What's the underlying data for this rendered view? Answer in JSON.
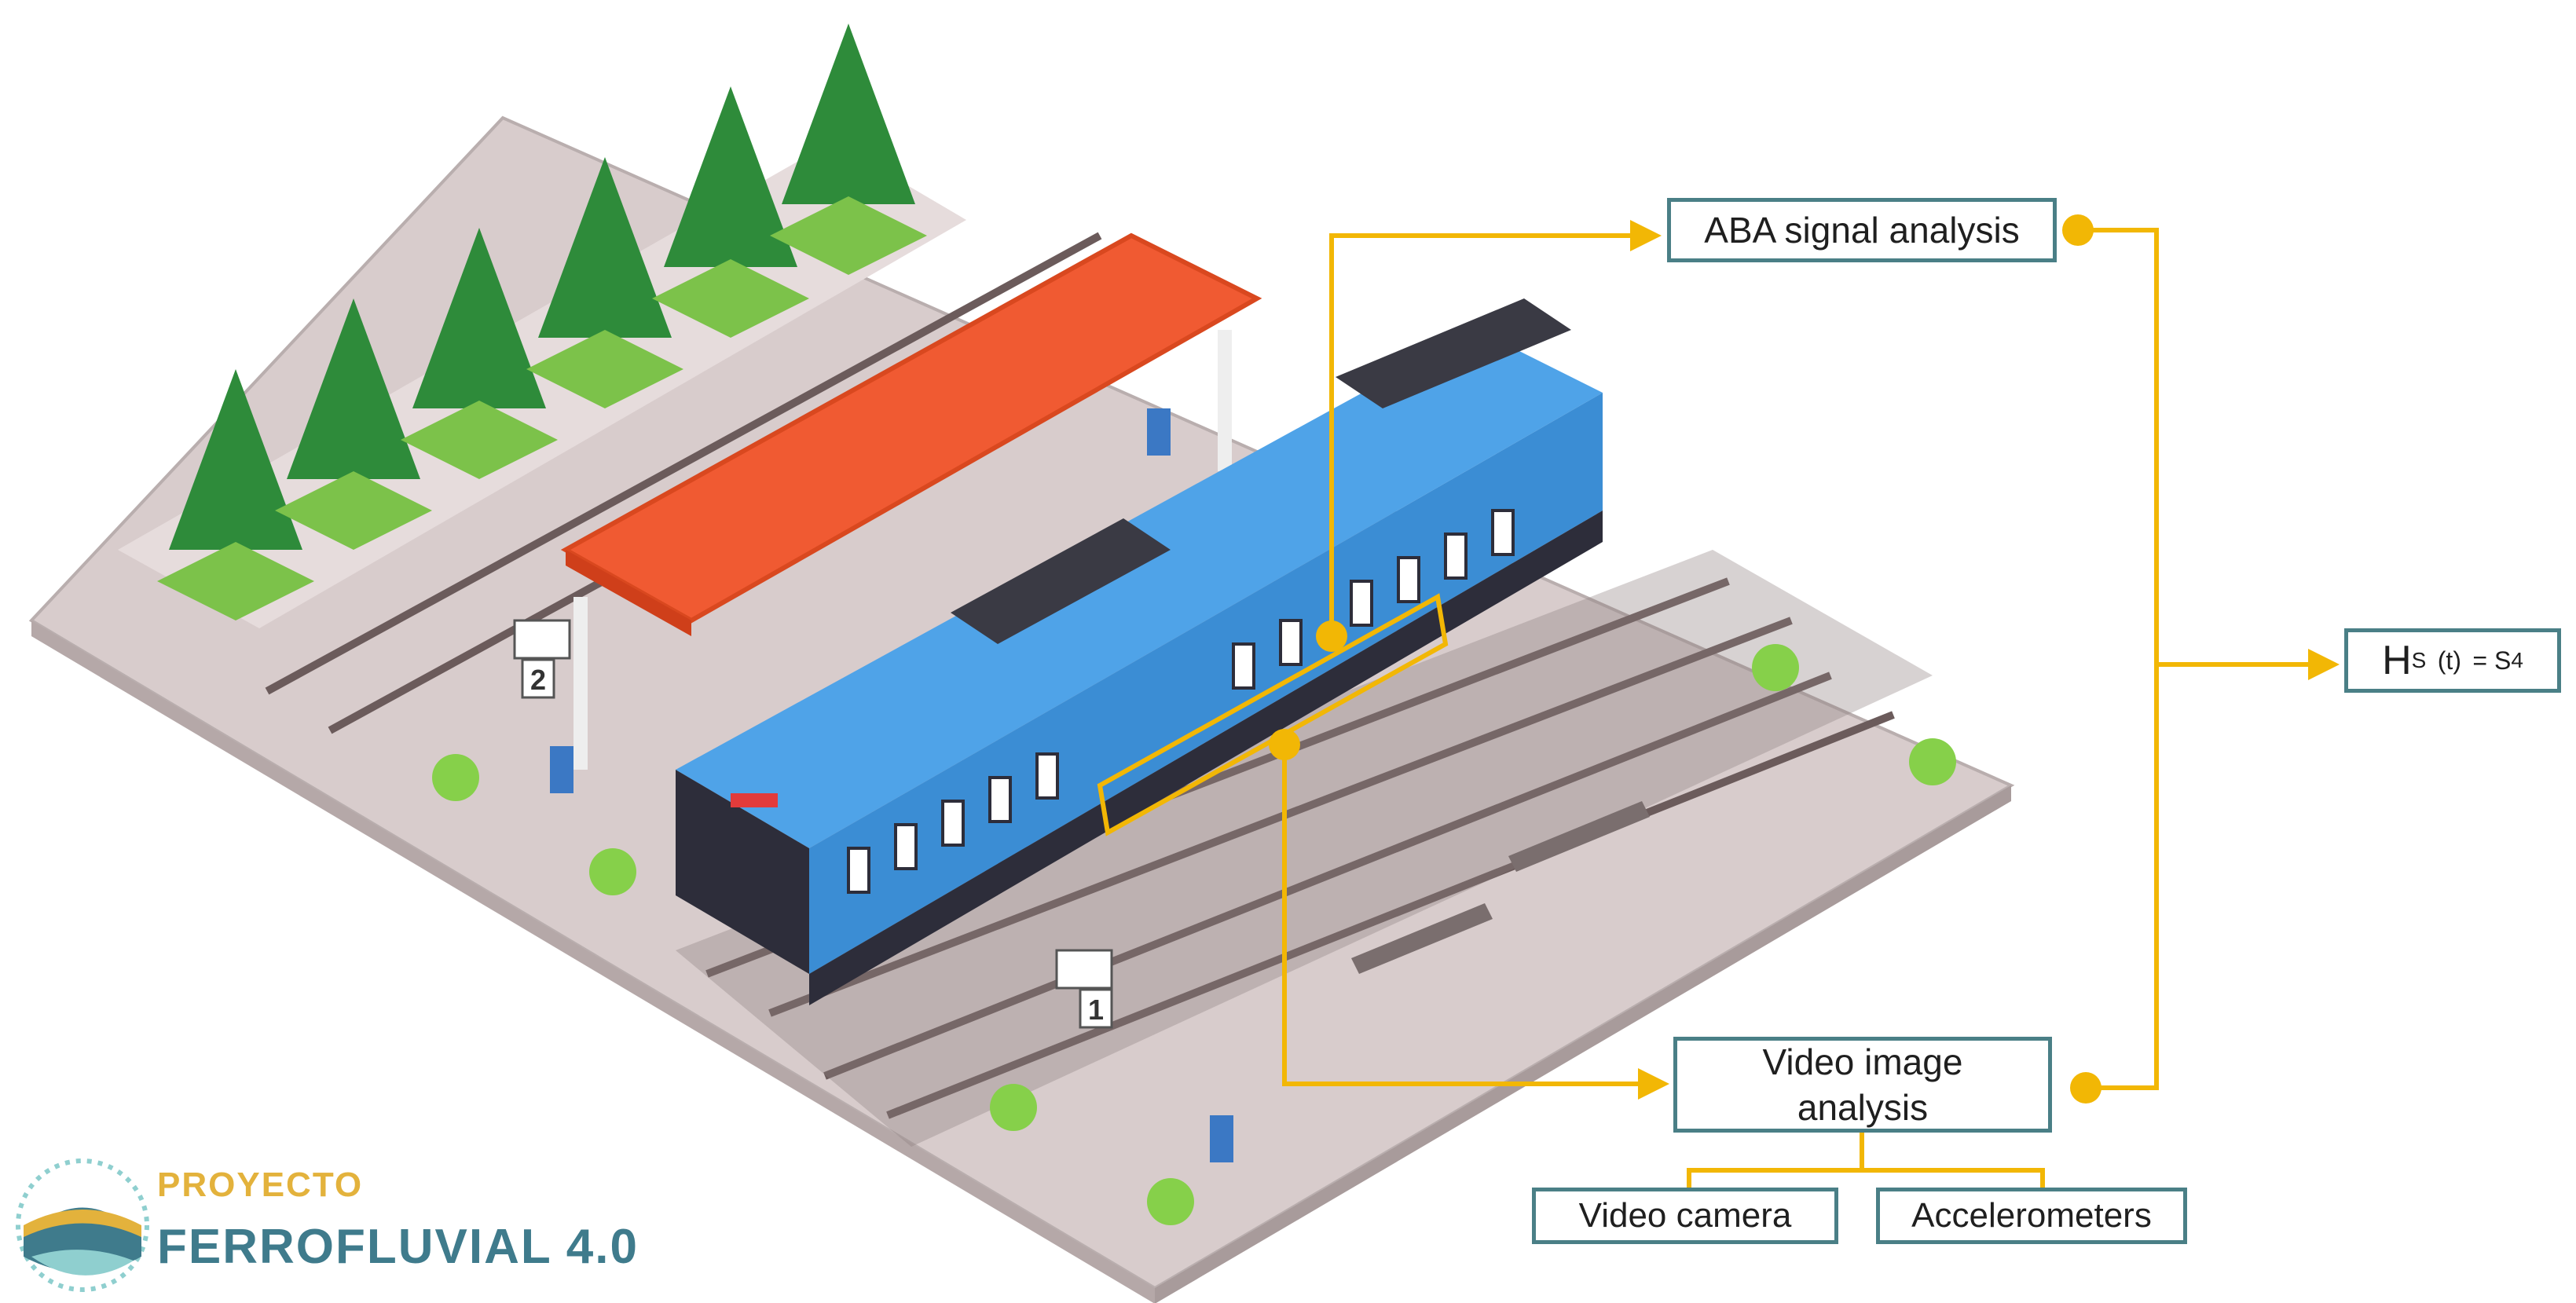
{
  "labels": {
    "aba": "ABA signal analysis",
    "video_line1": "Video image",
    "video_line2": "analysis",
    "camera": "Video camera",
    "accelerometers": "Accelerometers",
    "hs_main": "H",
    "hs_sub": "S",
    "hs_rest": "(t)",
    "hs_eq": "= S",
    "hs_sub2": "4"
  },
  "logo": {
    "line1": "PROYECTO",
    "line2a": "FERROFLUVIAL",
    "line2b": "4.0"
  },
  "colors": {
    "connector": "#f2b705",
    "box_border": "#4a7f86",
    "canopy": "#f05a32",
    "train_blue": "#4fa3e8",
    "trees": "#2e8b3a"
  },
  "track_signs": [
    "2",
    "1"
  ]
}
